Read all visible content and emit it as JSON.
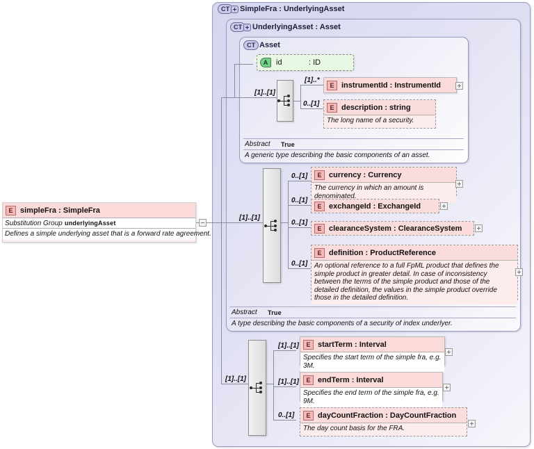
{
  "diagram": {
    "kind": "xsd-schema-diagram",
    "title": "SimpleFra : UnderlyingAsset"
  },
  "root_element": {
    "badge": "E",
    "name": "simpleFra : SimpleFra",
    "meta_key": "Substitution Group",
    "meta_value": "underlyingAsset",
    "documentation": "Defines a simple underlying asset that is a forward rate agreement.",
    "toggle": "minus"
  },
  "containers": [
    {
      "badge": "CT",
      "has_plus": true,
      "title": "SimpleFra : UnderlyingAsset"
    },
    {
      "badge": "CT",
      "has_plus": true,
      "title": "UnderlyingAsset : Asset",
      "footer": {
        "abstract_label": "Abstract",
        "abstract_value": "True",
        "documentation": "A type describing the basic components of a security of index underlyer."
      }
    },
    {
      "badge": "CT",
      "has_plus": false,
      "title": "Asset",
      "footer": {
        "abstract_label": "Abstract",
        "abstract_value": "True",
        "documentation": "A generic type describing the basic components of an asset."
      }
    }
  ],
  "attribute": {
    "badge": "A",
    "name": "id",
    "type": ": ID"
  },
  "groups": [
    {
      "name": "asset-sequence",
      "cardinality": "[1]..[1]",
      "compositor": "sequence",
      "members": [
        {
          "badge": "E",
          "name": "instrumentId : InstrumentId",
          "cardinality": "[1]..*",
          "optional": false,
          "documentation": null,
          "toggle": "plus"
        },
        {
          "badge": "E",
          "name": "description : string",
          "cardinality": "0..[1]",
          "optional": true,
          "documentation": "The long name of a security.",
          "toggle": null
        }
      ]
    },
    {
      "name": "underlyingasset-sequence",
      "cardinality": "[1]..[1]",
      "compositor": "sequence",
      "members": [
        {
          "badge": "E",
          "name": "currency : Currency",
          "cardinality": "0..[1]",
          "optional": true,
          "documentation": "The currency in which an amount is denominated.",
          "toggle": "plus"
        },
        {
          "badge": "E",
          "name": "exchangeId : ExchangeId",
          "cardinality": "0..[1]",
          "optional": true,
          "documentation": null,
          "toggle": "plus"
        },
        {
          "badge": "E",
          "name": "clearanceSystem : ClearanceSystem",
          "cardinality": "0..[1]",
          "optional": true,
          "documentation": null,
          "toggle": "plus"
        },
        {
          "badge": "E",
          "name": "definition : ProductReference",
          "cardinality": "0..[1]",
          "optional": true,
          "documentation": "An optional reference to a full FpML product that defines the simple product in greater detail. In case of inconsistency between the terms of the simple product and those of the detailed definition, the values in the simple product override those in the detailed definition.",
          "toggle": "plus"
        }
      ]
    },
    {
      "name": "simplefra-sequence",
      "cardinality": "[1]..[1]",
      "compositor": "sequence",
      "members": [
        {
          "badge": "E",
          "name": "startTerm : Interval",
          "cardinality": "[1]..[1]",
          "optional": false,
          "documentation": "Specifies the start term of the simple fra, e.g. 3M.",
          "toggle": "plus"
        },
        {
          "badge": "E",
          "name": "endTerm : Interval",
          "cardinality": "[1]..[1]",
          "optional": false,
          "documentation": "Specifies the end term of the simple fra, e.g. 9M.",
          "toggle": "plus"
        },
        {
          "badge": "E",
          "name": "dayCountFraction : DayCountFraction",
          "cardinality": "0..[1]",
          "optional": true,
          "documentation": "The day count basis for the FRA.",
          "toggle": "plus"
        }
      ]
    }
  ],
  "colors": {
    "element_fill": "#fdecec",
    "element_head": "#fbdada",
    "attribute_fill": "#e8f8e4",
    "container_fill": "#dcdcf2",
    "line": "#8b8b9e",
    "badge_element": "#f4b9b9",
    "badge_attribute": "#74d18a",
    "badge_ct": "#c9c9e8"
  }
}
